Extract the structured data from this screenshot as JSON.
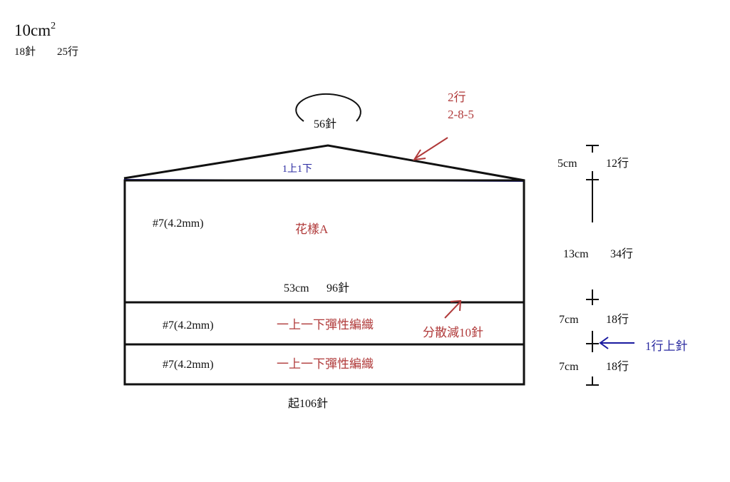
{
  "gauge": {
    "title": "10cm",
    "title_sup": "2",
    "stitches": "18針",
    "rows": "25行"
  },
  "colors": {
    "outline": "#111111",
    "red": "#b03a3a",
    "blue": "#1a1aa0"
  },
  "crown": {
    "stitches_label": "56針",
    "decrease_rows": "2行",
    "decrease_rule": "2-8-5",
    "seam_label": "1上1下"
  },
  "body": {
    "needle_label": "#7(4.2mm)",
    "pattern_label": "花樣A",
    "size_label": "53cm",
    "stitches_label": "96針"
  },
  "ribbing": {
    "needle_label_upper": "#7(4.2mm)",
    "needle_label_lower": "#7(4.2mm)",
    "pattern_upper": "一上一下彈性編織",
    "pattern_lower": "一上一下彈性編織",
    "decrease_note": "分散減10針"
  },
  "cast_on": "起106針",
  "dimensions": [
    {
      "cm": "5cm",
      "rows": "12行"
    },
    {
      "cm": "13cm",
      "rows": "34行"
    },
    {
      "cm": "7cm",
      "rows": "18行"
    },
    {
      "cm": "7cm",
      "rows": "18行"
    }
  ],
  "pickup_note": "1行上針"
}
